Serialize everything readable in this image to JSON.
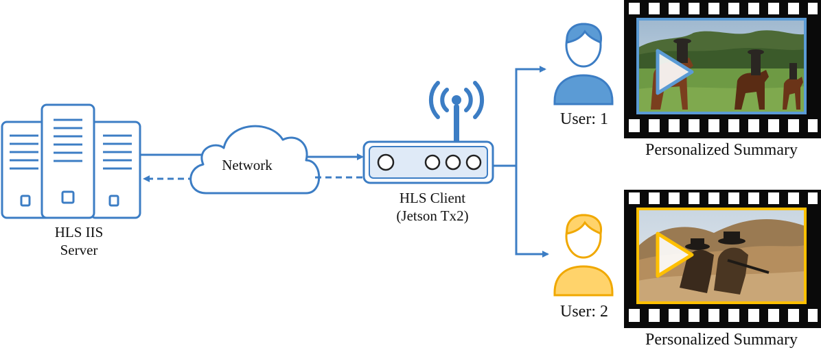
{
  "server": {
    "label_line1": "HLS IIS",
    "label_line2": "Server"
  },
  "network": {
    "label": "Network"
  },
  "client": {
    "label_line1": "HLS Client",
    "label_line2": "(Jetson Tx2)"
  },
  "users": [
    {
      "label": "User: 1",
      "color": "#5b9bd5",
      "summary_label": "Personalized Summary"
    },
    {
      "label": "User: 2",
      "color": "#ffc000",
      "summary_label": "Personalized Summary"
    }
  ],
  "colors": {
    "primary": "#3c7dc4",
    "fill": "#dfeaf7",
    "ink": "#111111"
  }
}
